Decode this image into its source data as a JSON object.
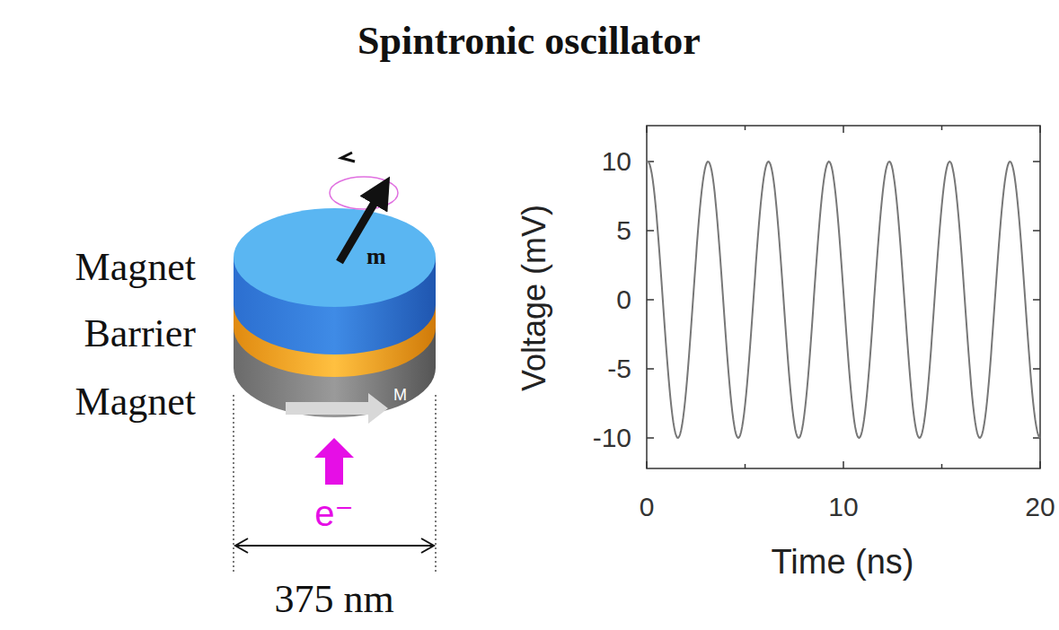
{
  "diagram": {
    "title": "Spintronic oscillator",
    "labels": [
      "Magnet",
      "Barrier",
      "Magnet",
      "m",
      "M",
      "e⁻",
      "375 nm",
      "Voltage (mV)",
      "Time (ns)",
      "10",
      "5",
      "0",
      "-5",
      "-10",
      "0",
      "10",
      "20"
    ]
  }
}
